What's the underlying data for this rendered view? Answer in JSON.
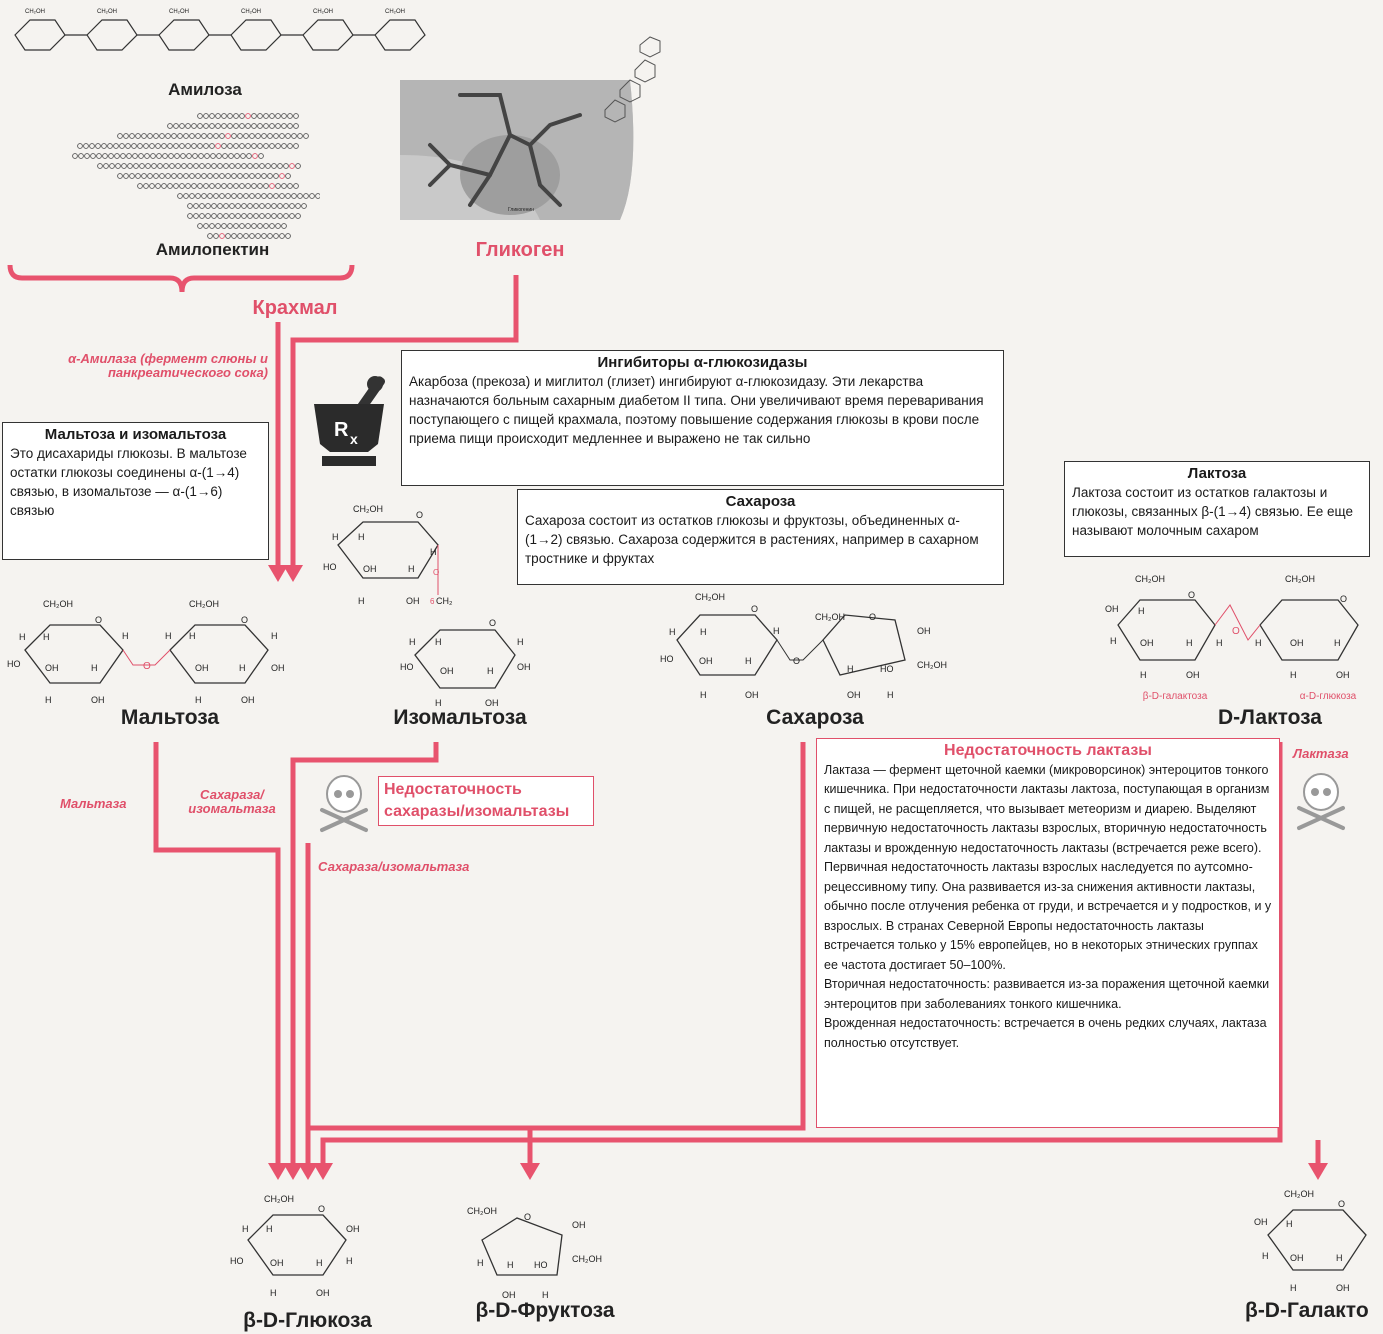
{
  "colors": {
    "accent": "#e0506a",
    "text": "#222222",
    "background": "#f5f3f0"
  },
  "labels": {
    "amylose": "Амилоза",
    "amylopectin": "Амилопектин",
    "glycogen": "Гликоген",
    "starch": "Крахмал",
    "maltose": "Мальтоза",
    "isomaltose": "Изомальтоза",
    "sucrose": "Сахароза",
    "lactose": "D-Лактоза",
    "glucose": "β-D-Глюкоза",
    "fructose": "β-D-Фруктоза",
    "galactose": "β-D-Галакто",
    "beta_galactose_small": "β-D-галактоза",
    "alpha_glucose_small": "α-D-глюкоза"
  },
  "enzymes": {
    "amylase": "α-Амилаза (фермент слюны и панкреатического сока)",
    "maltase": "Мальтаза",
    "sucrase_isomaltase_1": "Сахараза/ изомальтаза",
    "sucrase_isomaltase_2": "Сахараза/изомальтаза",
    "lactase": "Лактаза"
  },
  "boxes": {
    "inhibitors": {
      "title": "Ингибиторы α-глюкозидазы",
      "text": "Акарбоза (прекоза) и миглитол (глизет) ингибируют α-глюкозидазу. Эти лекарства назначаются больным сахарным диабетом II типа. Они увеличивают время переваривания поступающего с пищей крахмала, поэтому повышение содержания глюкозы в крови после приема пищи происходит медленнее и выражено не так сильно"
    },
    "maltose_iso": {
      "title": "Мальтоза и изомальтоза",
      "text": "Это дисахариды глюкозы. В мальтозе остатки глюкозы соединены α-(1→4) связью, в изомальтозе — α-(1→6) связью"
    },
    "sucrose": {
      "title": "Сахароза",
      "text": "Сахароза состоит из остатков глюкозы и фруктозы, объединенных α-(1→2) связью. Сахароза содержится в растениях, например в сахарном тростнике и фруктах"
    },
    "lactose": {
      "title": "Лактоза",
      "text": "Лактоза состоит из остатков галактозы и глюкозы, связанных β-(1→4) связью. Ее еще называют молочным сахаром"
    },
    "sucrase_deficiency": {
      "title": "Недостаточность сахаразы/изомальтазы"
    },
    "lactase_deficiency": {
      "title": "Недостаточность лактазы",
      "p1": "Лактаза — фермент щеточной каемки (микроворсинок) энтероцитов тонкого кишечника. При недостаточности лактазы лактоза, поступающая в организм с пищей, не расщепляется, что вызывает метеоризм и диарею. Выделяют первичную недостаточность лактазы взрослых, вторичную недостаточность лактазы и врожденную недостаточность лактазы (встречается реже всего).",
      "p2": "Первичная недостаточность лактазы взрослых наследуется по аутсомно-рецессивному типу. Она развивается из-за снижения активности лактазы, обычно после отлучения ребенка от груди, и встречается и у подростков, и у взрослых. В странах Северной Европы недостаточность лактазы встречается только у 15% европейцев, но в некоторых этнических группах ее частота достигает 50–100%.",
      "p3": "Вторичная недостаточность: развивается из-за поражения щеточной каемки энтероцитов при заболеваниях тонкого кишечника.",
      "p4": "Врожденная недостаточность: встречается в очень редких случаях, лактаза полностью отсутствует."
    }
  },
  "chem": {
    "ch2oh": "CH₂OH",
    "oh": "OH",
    "h": "H",
    "ho": "HO",
    "o": "O",
    "ch2": "CH₂",
    "glycogenin": "Гликогенин",
    "rx": "Rx"
  }
}
